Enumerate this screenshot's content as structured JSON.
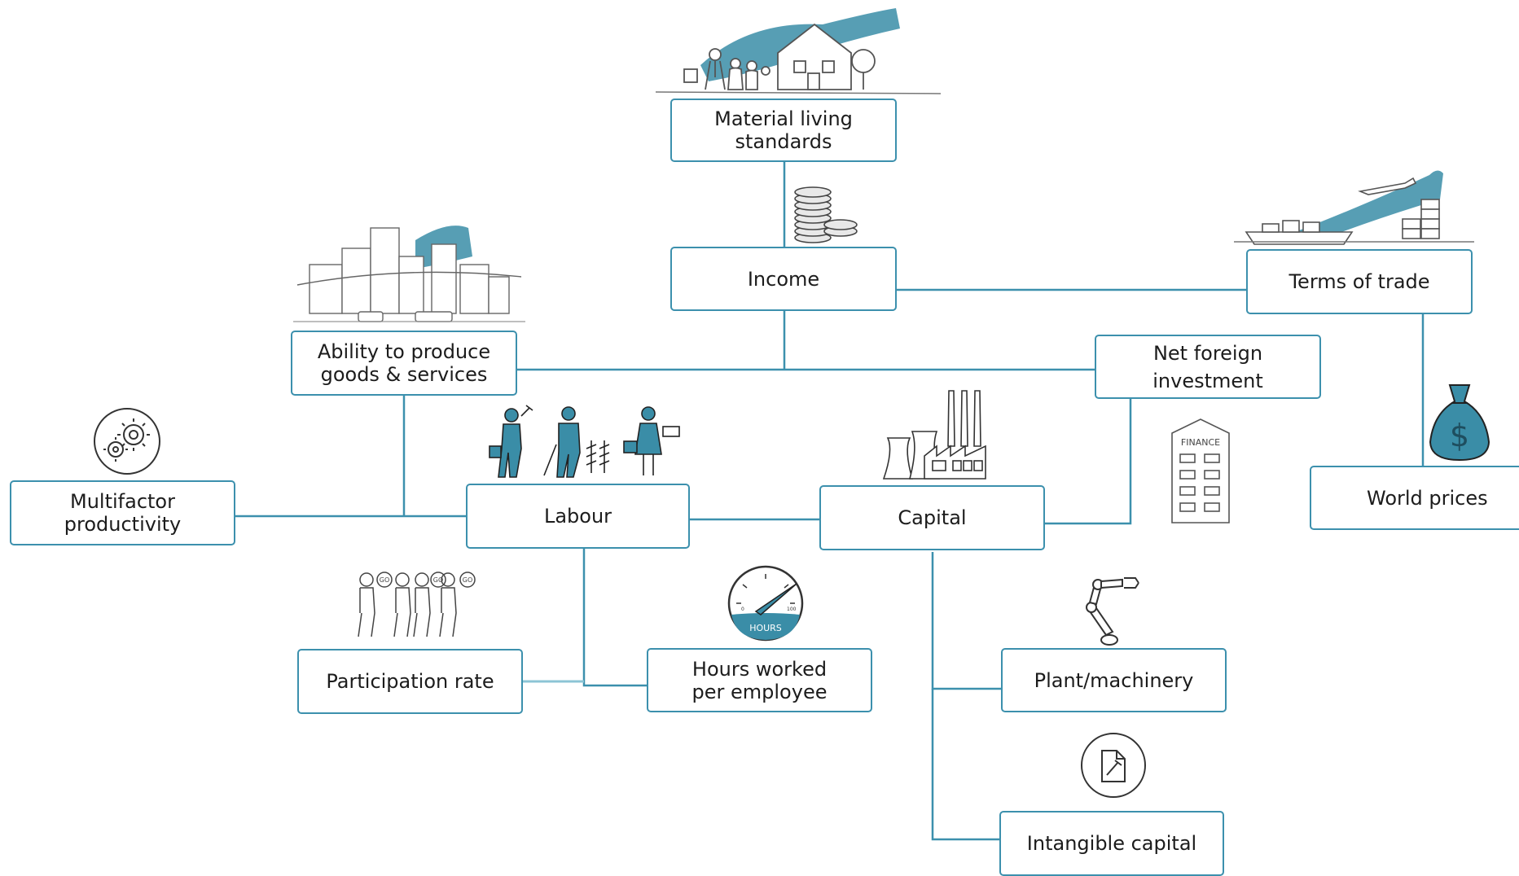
{
  "colors": {
    "line": "#3c90ad",
    "accent": "#3a8da7",
    "text": "#1c1c1c",
    "sketch": "#555555"
  },
  "nodes": {
    "material_living_standards": "Material living\nstandards",
    "income": "Income",
    "terms_of_trade": "Terms of trade",
    "ability_to_produce": "Ability to produce\ngoods & services",
    "net_foreign_investment": "Net foreign\ninvestment",
    "multifactor_productivity": "Multifactor\nproductivity",
    "labour": "Labour",
    "capital": "Capital",
    "world_prices": "World prices",
    "participation_rate": "Participation rate",
    "hours_worked": "Hours worked\nper employee",
    "plant_machinery": "Plant/machinery",
    "intangible_capital": "Intangible capital"
  },
  "icon_labels": {
    "finance_building": "FINANCE",
    "gauge": "HOURS",
    "gauge_min": "0",
    "gauge_max": "100",
    "dollar": "$",
    "go": "GO"
  },
  "icons": [
    "family-house-icon",
    "coins-icon",
    "city-skyline-icon",
    "cargo-ship-plane-icon",
    "gears-icon",
    "workers-icon",
    "factory-icon",
    "finance-building-icon",
    "money-bag-icon",
    "runners-icon",
    "speedometer-icon",
    "robot-arm-icon",
    "intangible-capital-icon"
  ]
}
